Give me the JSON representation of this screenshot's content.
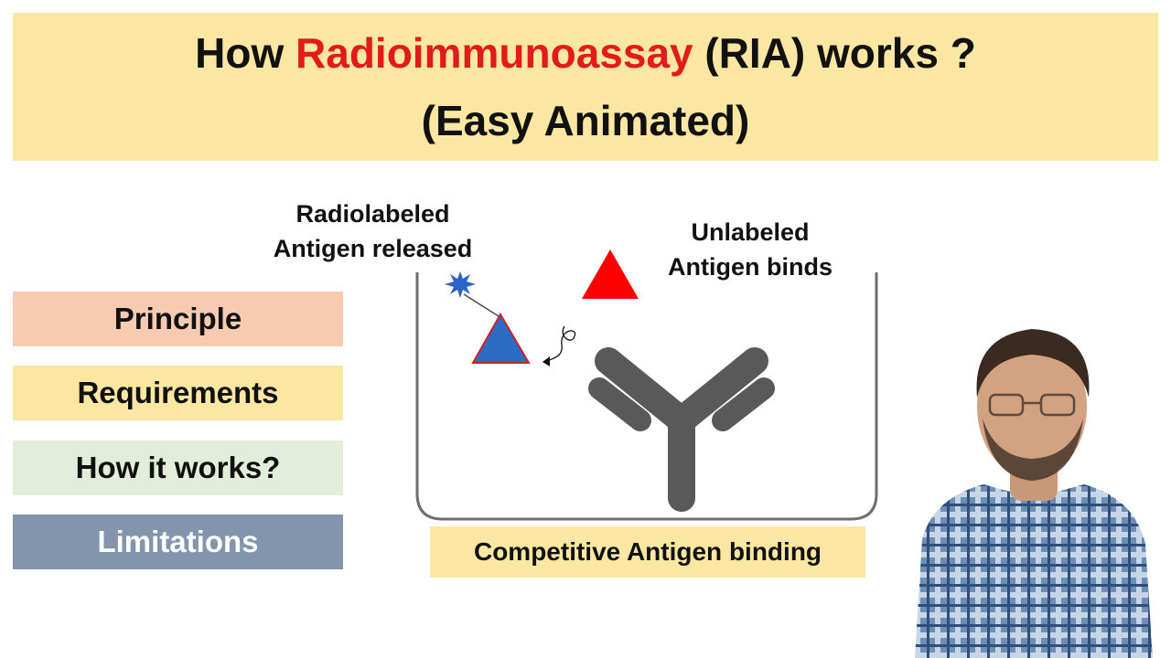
{
  "title": {
    "line1_prefix": "How ",
    "line1_accent": "Radioimmunoassay",
    "line1_suffix": " (RIA) works ?",
    "line2": "(Easy Animated)"
  },
  "menu": {
    "items": [
      {
        "label": "Principle"
      },
      {
        "label": "Requirements"
      },
      {
        "label": "How it works?"
      },
      {
        "label": "Limitations"
      }
    ]
  },
  "diagram": {
    "label_released_line1": "Radiolabeled",
    "label_released_line2": "Antigen released",
    "label_unlabeled_line1": "Unlabeled",
    "label_unlabeled_line2": "Antigen binds",
    "caption": "Competitive Antigen binding"
  },
  "colors": {
    "title_banner": "#fbe6a2",
    "title_accent": "#e11a1a",
    "principle": "#f7cbb1",
    "requirements": "#fbe6a2",
    "how_it_works": "#e2eeda",
    "limitations": "#8395ad",
    "unlabeled_antigen": "#ff0000",
    "labeled_antigen": "#2b6cc4",
    "antibody": "#595959"
  }
}
